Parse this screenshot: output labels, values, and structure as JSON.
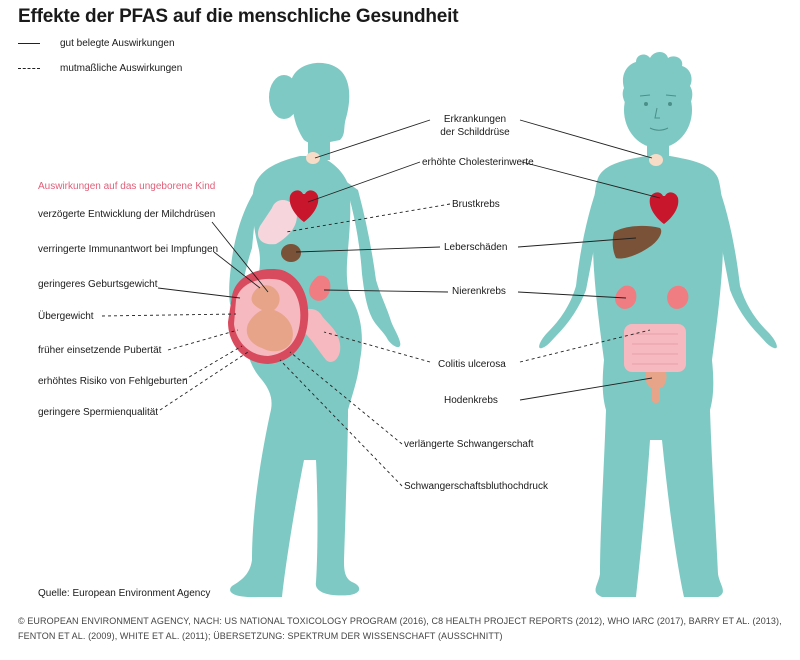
{
  "title": "Effekte der PFAS auf die menschliche Gesundheit",
  "legend": {
    "solid": "gut belegte Auswirkungen",
    "dashed": "mutmaßliche Auswirkungen"
  },
  "unborn_section": "Auswirkungen auf das ungeborene Kind",
  "unborn_effects": [
    "verzögerte Entwicklung der Milchdrüsen",
    "verringerte Immunantwort bei Impfungen",
    "geringeres Geburtsgewicht",
    "Übergewicht",
    "früher einsetzende Pubertät",
    "erhöhtes Risiko von Fehlgeburten",
    "geringere Spermienqualität"
  ],
  "center_effects": {
    "thyroid": "Erkrankungen",
    "thyroid2": "der Schilddrüse",
    "cholesterol": "erhöhte Cholesterinwerte",
    "breast": "Brustkrebs",
    "liver": "Leberschäden",
    "kidney": "Nierenkrebs",
    "colitis": "Colitis ulcerosa",
    "testicular": "Hodenkrebs",
    "pregnancy": "verlängerte Schwangerschaft",
    "hypertension": "Schwangerschaftsbluthochdruck"
  },
  "source": "Quelle: European Environment Agency",
  "credits": [
    "© EUROPEAN ENVIRONMENT AGENCY, NACH: US NATIONAL TOXICOLOGY PROGRAM (2016), C8 HEALTH PROJECT REPORTS (2012), WHO IARC (2017), BARRY ET AL. (2013),",
    "FENTON ET AL. (2009), WHITE ET AL. (2011); ÜBERSETZUNG: SPEKTRUM DER WISSENSCHAFT (AUSSCHNITT)"
  ],
  "colors": {
    "body": "#7ec9c3",
    "heart": "#c8162d",
    "liver": "#7a5238",
    "kidney": "#ef7d82",
    "intestine": "#f6b9bf",
    "uterus": "#d84a5d",
    "fetus": "#e8a488",
    "breast": "#f6d5dc",
    "accent": "#e0607a"
  }
}
